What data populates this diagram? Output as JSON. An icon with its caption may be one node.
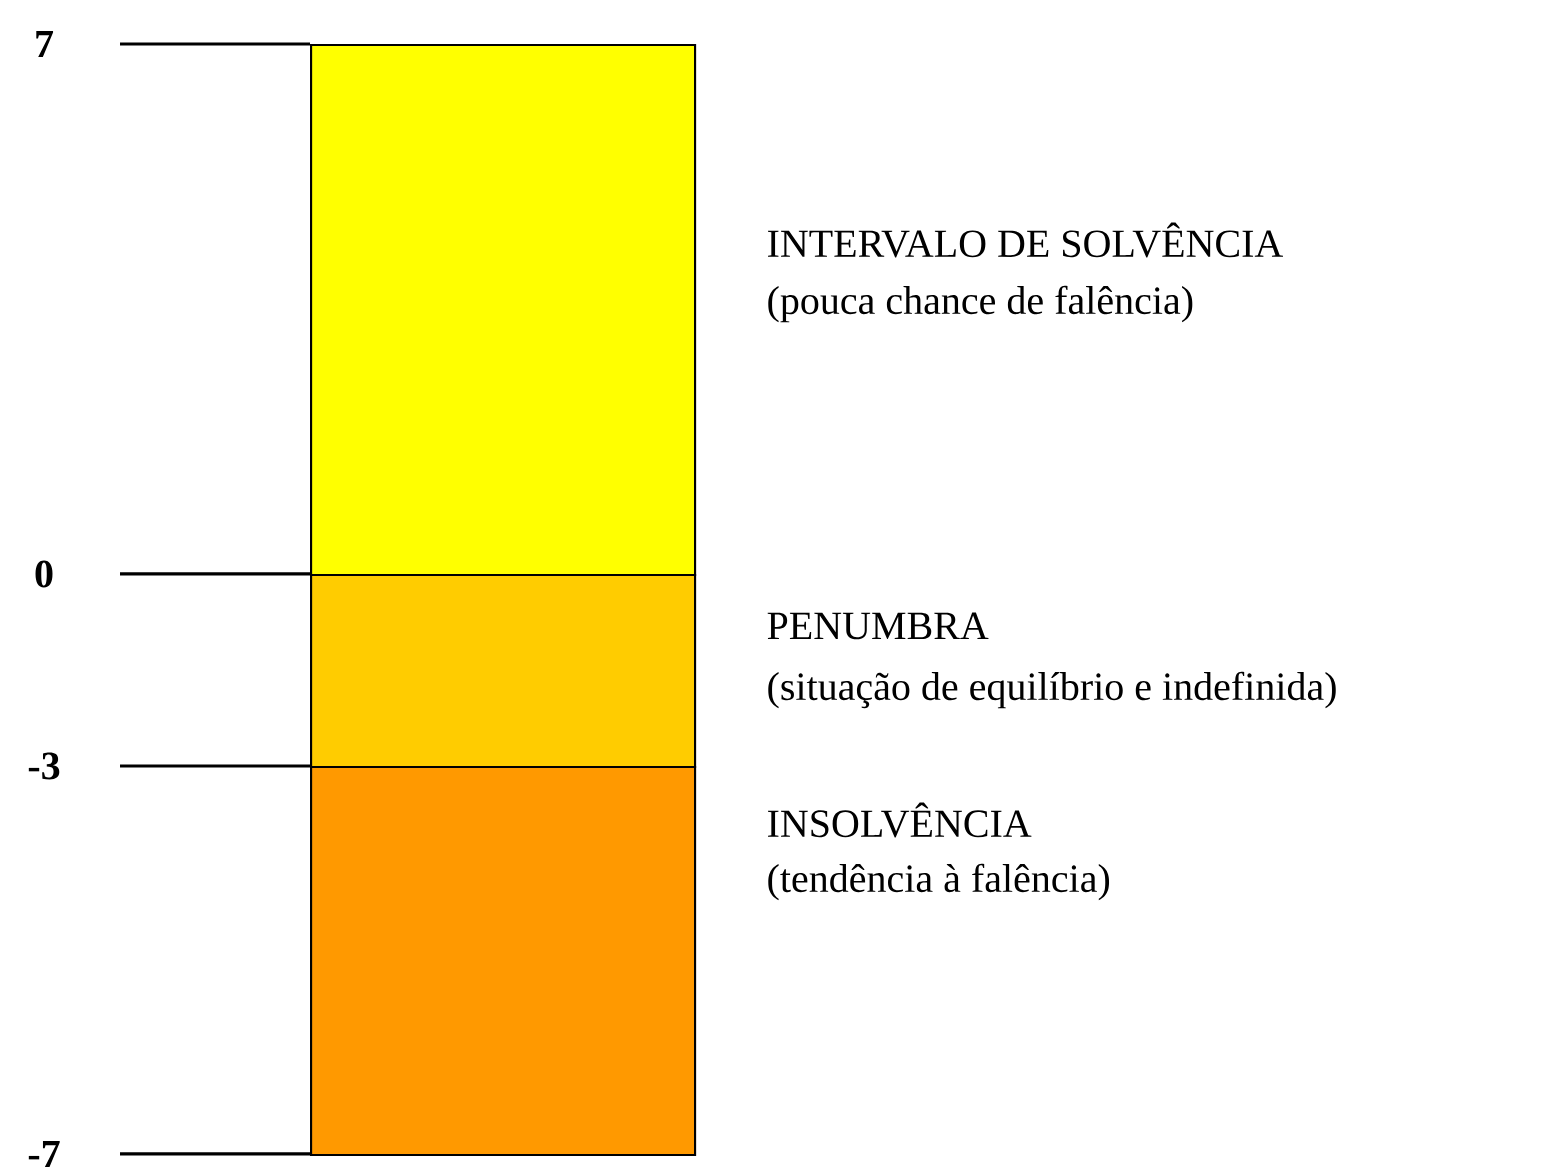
{
  "diagram": {
    "nodes": [
      {
        "text": [],
        "shape": "bar",
        "beside": [
          "INTERVALO DE SOLVÊNCIA",
          "(pouca chance de falência)"
        ]
      },
      {
        "text": [],
        "shape": "bar",
        "beside": [
          "PENUMBRA",
          "(situação de equilíbrio e indefinida)"
        ]
      },
      {
        "text": [],
        "shape": "bar",
        "beside": [
          "INSOLVÊNCIA",
          "(tendência à falência)"
        ]
      }
    ],
    "labels": [
      "7",
      "0",
      "-3",
      "-7"
    ]
  }
}
